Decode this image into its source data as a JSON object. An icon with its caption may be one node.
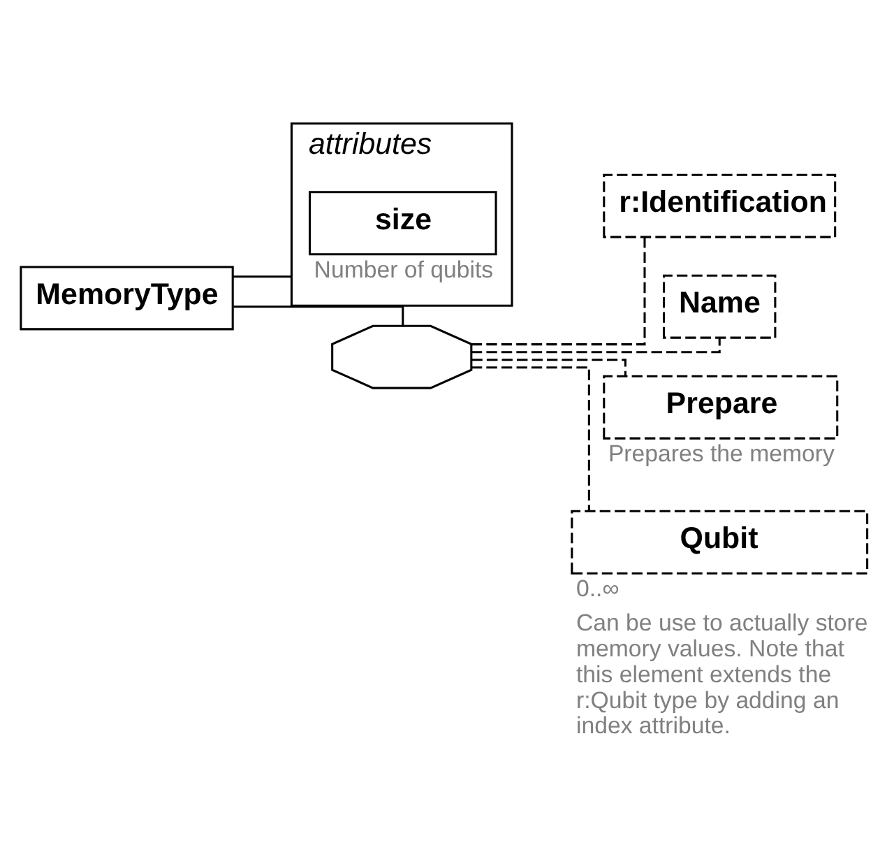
{
  "diagram": {
    "nodes": [
      {
        "text": [
          "MemoryType"
        ]
      },
      {
        "text": [
          "attributes"
        ]
      },
      {
        "text": [
          "size"
        ],
        "in": 1,
        "beside": [
          "Number of qubits"
        ]
      },
      {
        "text": [],
        "shape": "octagon"
      },
      {
        "text": [
          "r:Identification"
        ]
      },
      {
        "text": [
          "Name"
        ]
      },
      {
        "text": [
          "Prepare"
        ],
        "beside": [
          "Prepares the memory"
        ]
      },
      {
        "text": [
          "Qubit"
        ],
        "beside": [
          "0..∞",
          "Can be use to actually store memory values. Note that this element extends the r:Qubit type by adding an index attribute."
        ]
      }
    ],
    "edges": [
      {
        "from": 0,
        "to": 1,
        "arrow": "none"
      },
      {
        "from": 0,
        "to": 3,
        "arrow": "none"
      },
      {
        "from": 3,
        "to": 4,
        "arrow": "none",
        "style": "dashed"
      },
      {
        "from": 3,
        "to": 5,
        "arrow": "none",
        "style": "dashed"
      },
      {
        "from": 3,
        "to": 6,
        "arrow": "none",
        "style": "dashed"
      },
      {
        "from": 3,
        "to": 7,
        "arrow": "none",
        "style": "dashed"
      }
    ]
  }
}
